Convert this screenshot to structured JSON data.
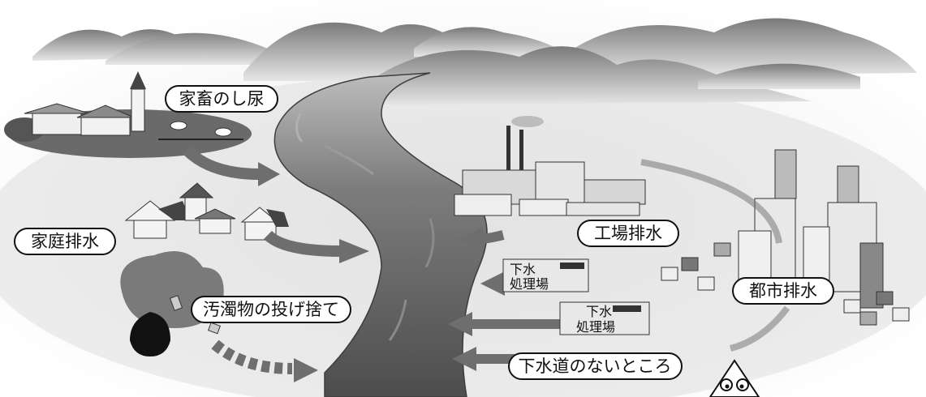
{
  "labels": {
    "livestock": "家畜のし尿",
    "household": "家庭排水",
    "illegal_dumping": "汚濁物の投げ捨て",
    "factory": "工場排水",
    "city": "都市排水",
    "no_sewer": "下水道のないところ",
    "sewage_plant_1": "下水処理場",
    "sewage_plant_2": "下水処理場"
  },
  "colors": {
    "river": "#5c5c5c",
    "river_edge": "#8a8a8a",
    "arrow": "#6e6e6e",
    "mountain": "#9a9a9a",
    "background_glow": "#d7d7d7"
  }
}
